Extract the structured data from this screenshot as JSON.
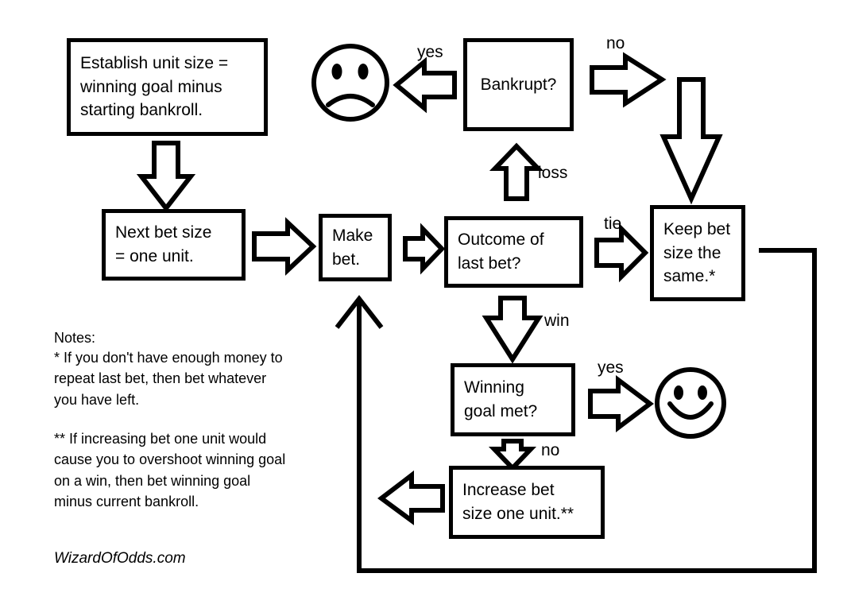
{
  "diagram": {
    "title": "Betting progression flowchart",
    "stroke_color": "#000000",
    "fill_color": "#ffffff"
  },
  "nodes": {
    "establish": {
      "text": "Establish unit size =\nwinning goal minus\nstarting bankroll."
    },
    "next_bet": {
      "text": "Next bet size\n= one unit."
    },
    "make_bet": {
      "text": "Make\nbet."
    },
    "outcome": {
      "text": "Outcome of\nlast bet?"
    },
    "bankrupt": {
      "text": "Bankrupt?"
    },
    "keep_bet": {
      "text": "Keep bet\nsize the\nsame.*"
    },
    "winning_goal": {
      "text": "Winning\ngoal met?"
    },
    "increase_bet": {
      "text": "Increase bet\nsize one unit.**"
    }
  },
  "edge_labels": {
    "bankrupt_yes": "yes",
    "bankrupt_no": "no",
    "outcome_loss": "loss",
    "outcome_tie": "tie",
    "outcome_win": "win",
    "goal_yes": "yes",
    "goal_no": "no"
  },
  "terminals": {
    "sad_face": "sad-face",
    "happy_face": "smiley-face"
  },
  "notes": {
    "heading": "Notes:",
    "note_one": "*  If you don't have enough money to\nrepeat last bet, then bet whatever\nyou have left.",
    "note_two": "**  If increasing bet one unit would\ncause you to overshoot winning goal\non a win, then bet winning goal\nminus current bankroll."
  },
  "watermark": {
    "text": "WizardOfOdds.com"
  }
}
